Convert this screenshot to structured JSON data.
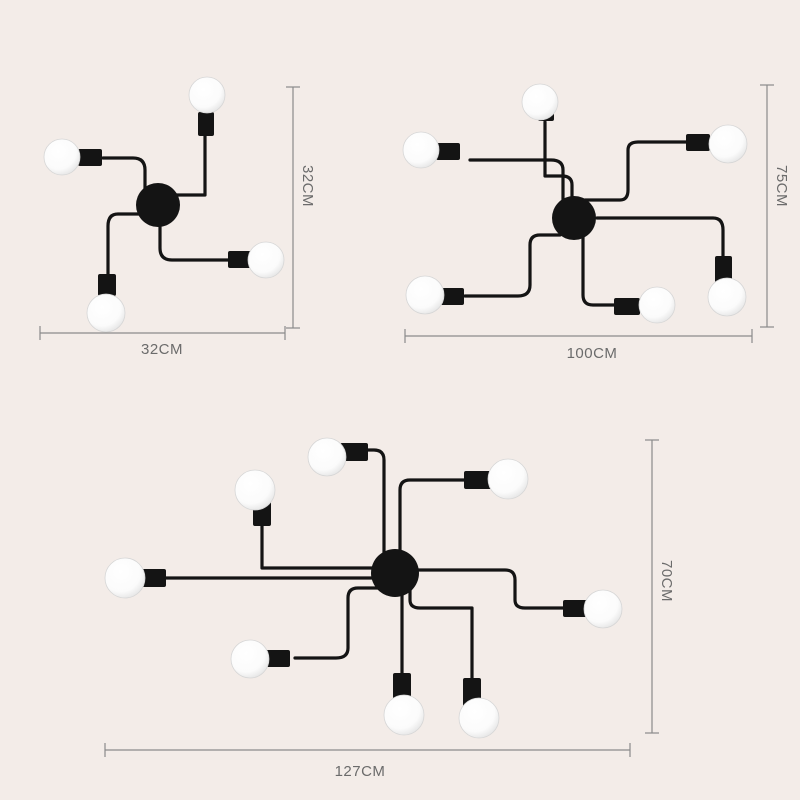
{
  "figures": [
    {
      "id": "small-fixture",
      "width_label": "32CM",
      "height_label": "32CM",
      "arm_count": 4
    },
    {
      "id": "medium-fixture",
      "width_label": "100CM",
      "height_label": "75CM",
      "arm_count": 6
    },
    {
      "id": "large-fixture",
      "width_label": "127CM",
      "height_label": "70CM",
      "arm_count": 8
    }
  ],
  "colors": {
    "background": "#f3ece8",
    "metal": "#141414",
    "bulb": "#ffffff",
    "dimension_lines": "#8a8a8a",
    "text": "#6b6b6b"
  }
}
